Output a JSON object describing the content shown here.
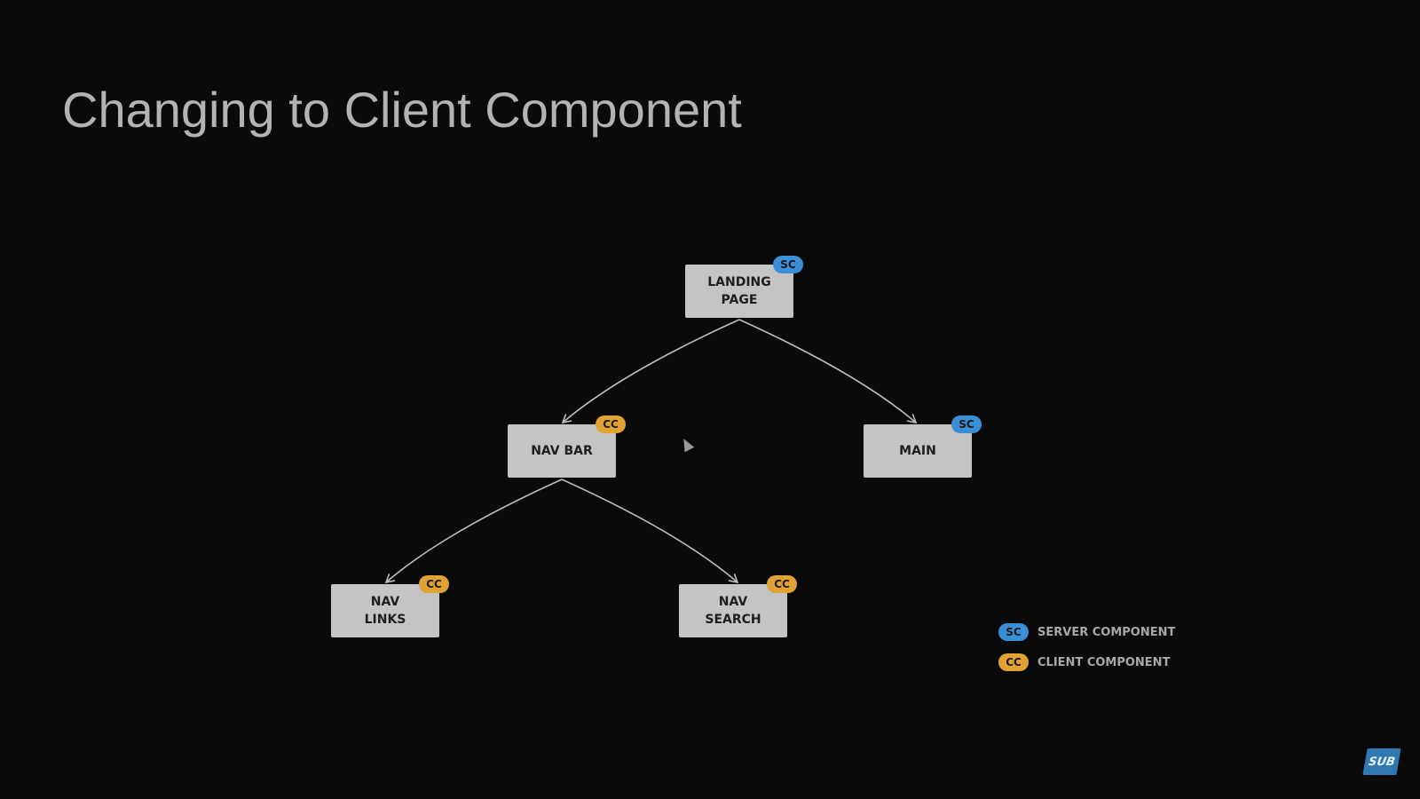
{
  "slide": {
    "title": "Changing to Client Component"
  },
  "colors": {
    "background": "#0a0a0a",
    "node_fill": "#c4c4c4",
    "server_badge": "#3a8fd6",
    "client_badge": "#e0a233",
    "edge": "#bdbdbd"
  },
  "diagram": {
    "nodes": [
      {
        "id": "landing-page",
        "label": "LANDING\nPAGE",
        "badge": "SC",
        "kind": "server"
      },
      {
        "id": "nav-bar",
        "label": "NAV BAR",
        "badge": "CC",
        "kind": "client"
      },
      {
        "id": "main",
        "label": "MAIN",
        "badge": "SC",
        "kind": "server"
      },
      {
        "id": "nav-links",
        "label": "NAV\nLINKS",
        "badge": "CC",
        "kind": "client"
      },
      {
        "id": "nav-search",
        "label": "NAV\nSEARCH",
        "badge": "CC",
        "kind": "client"
      }
    ],
    "edges": [
      {
        "from": "landing-page",
        "to": "nav-bar"
      },
      {
        "from": "landing-page",
        "to": "main"
      },
      {
        "from": "nav-bar",
        "to": "nav-links"
      },
      {
        "from": "nav-bar",
        "to": "nav-search"
      }
    ]
  },
  "legend": [
    {
      "badge": "SC",
      "label": "SERVER COMPONENT",
      "kind": "server"
    },
    {
      "badge": "CC",
      "label": "CLIENT COMPONENT",
      "kind": "client"
    }
  ],
  "logo": {
    "text": "SUB"
  }
}
